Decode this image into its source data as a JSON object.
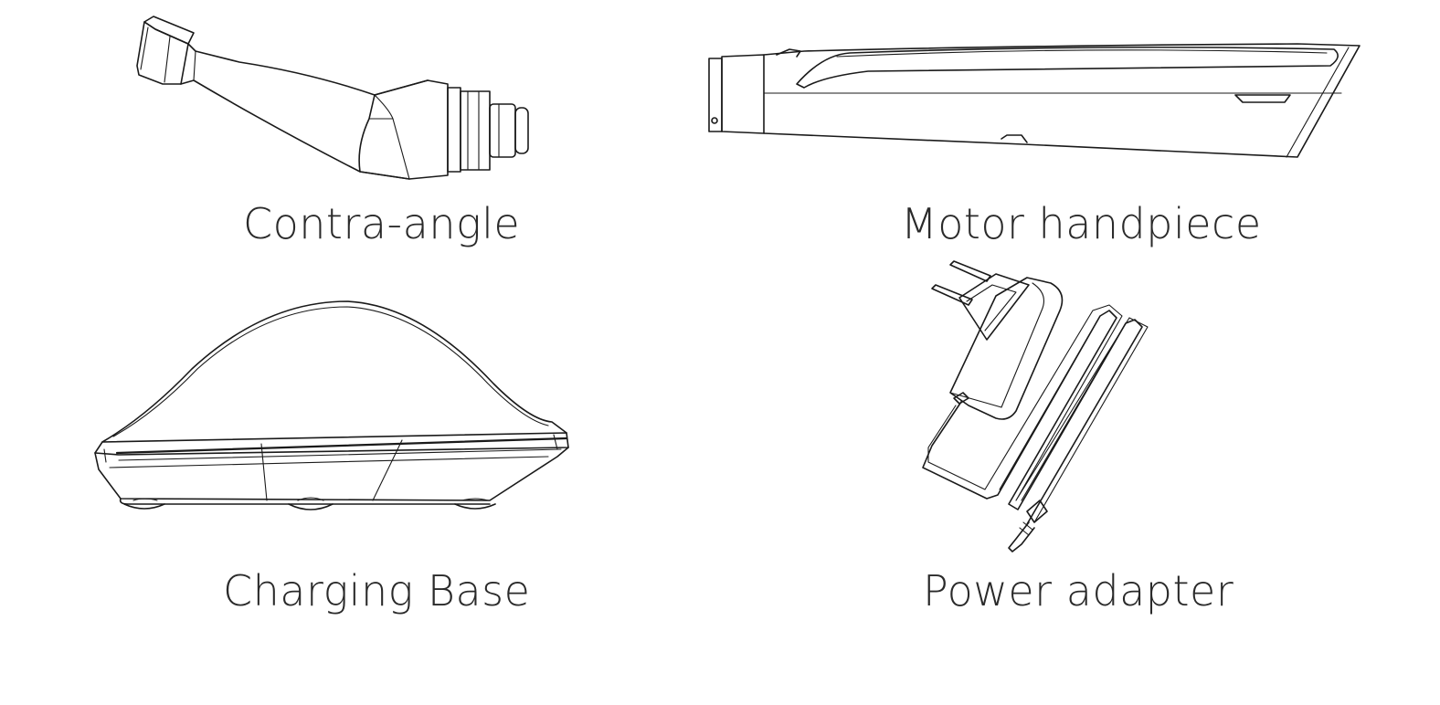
{
  "items": [
    {
      "label": "Contra-angle",
      "icon": "contra-angle-drawing"
    },
    {
      "label": "Motor handpiece",
      "icon": "motor-handpiece-drawing"
    },
    {
      "label": "Charging Base",
      "icon": "charging-base-drawing"
    },
    {
      "label": "Power adapter",
      "icon": "power-adapter-drawing"
    }
  ]
}
